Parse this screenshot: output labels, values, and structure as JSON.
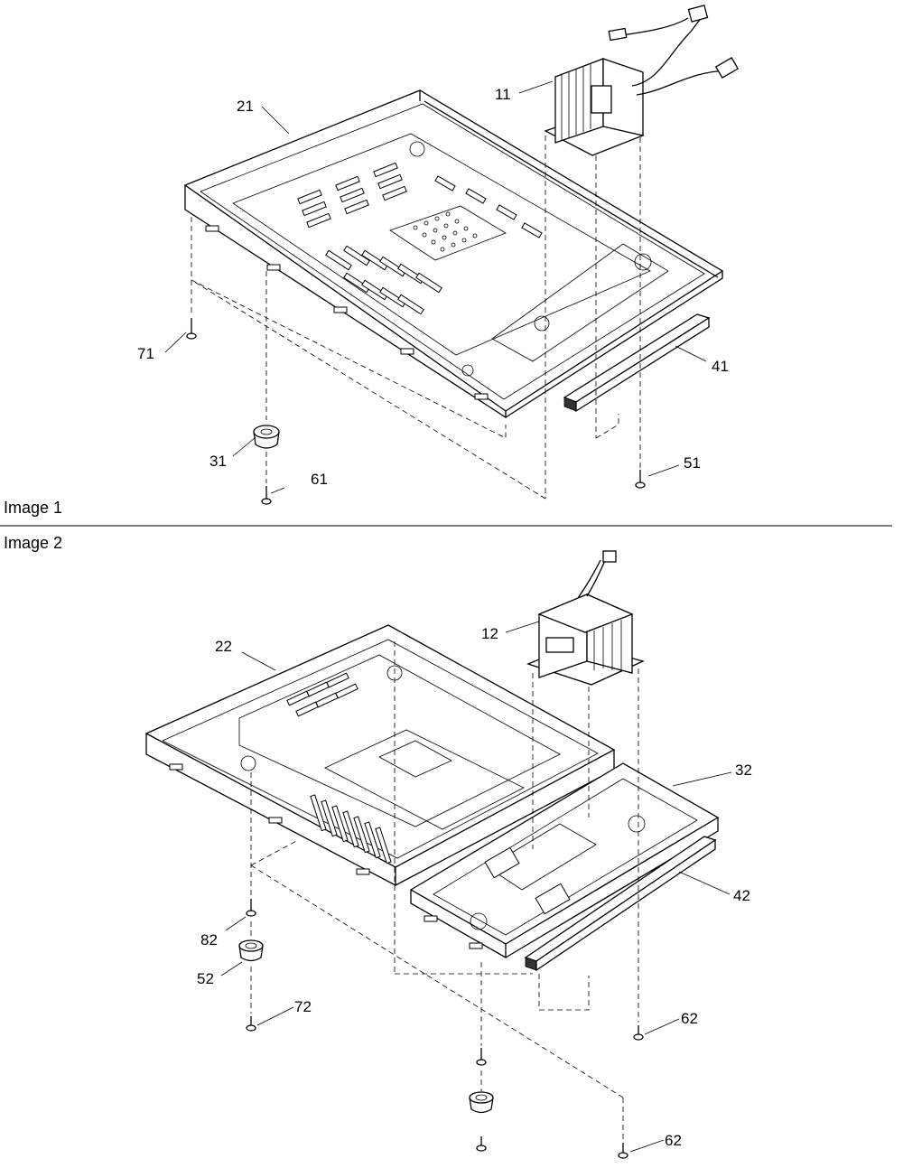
{
  "figures": [
    {
      "caption": "Image 1",
      "callouts": [
        "11",
        "21",
        "31",
        "41",
        "51",
        "61",
        "71"
      ]
    },
    {
      "caption": "Image 2",
      "callouts": [
        "12",
        "22",
        "32",
        "42",
        "52",
        "62",
        "62",
        "72",
        "82"
      ]
    }
  ],
  "colors": {
    "line": "#000000",
    "background": "#ffffff"
  }
}
